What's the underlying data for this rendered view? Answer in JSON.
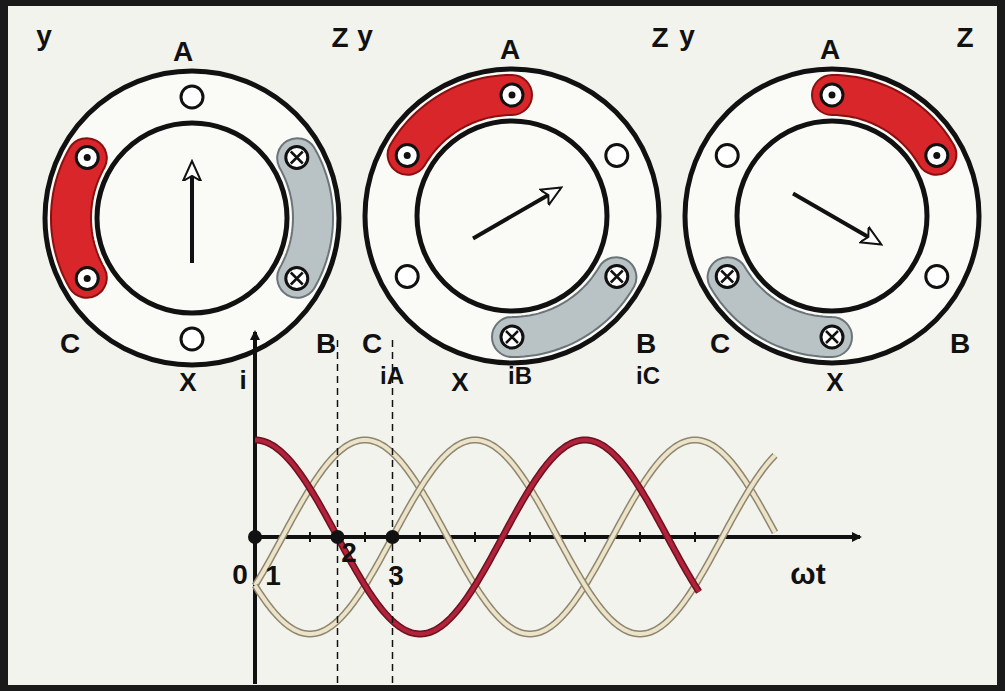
{
  "diagram": {
    "labels": [
      "y",
      "A",
      "Z",
      "C",
      "B",
      "X",
      "y",
      "A",
      "Z",
      "C",
      "B",
      "X",
      "y",
      "A",
      "Z",
      "C",
      "B",
      "X",
      "i",
      "iA",
      "iB",
      "iC",
      "0",
      "1",
      "2",
      "3",
      "ωt"
    ]
  }
}
